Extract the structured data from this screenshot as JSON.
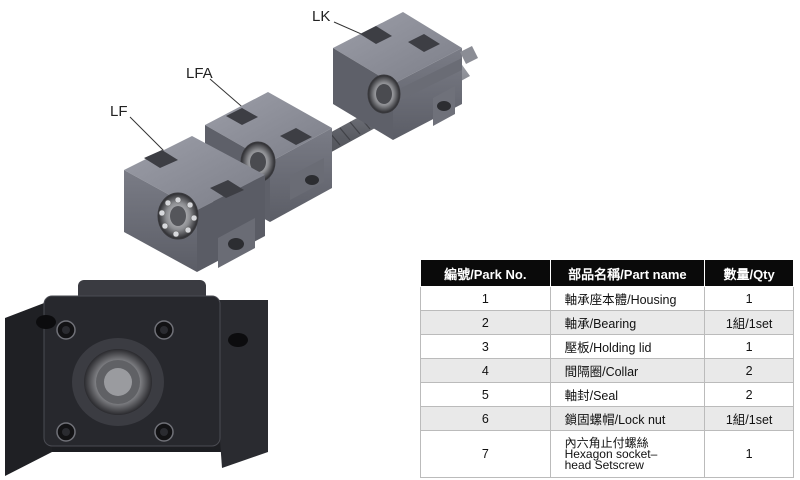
{
  "diagram": {
    "labels": {
      "lk": "LK",
      "lfa": "LFA",
      "lf": "LF"
    }
  },
  "table": {
    "headers": [
      "編號/Park No.",
      "部品名稱/Part name",
      "數量/Qty"
    ],
    "rows": [
      {
        "no": "1",
        "name": "軸承座本體/Housing",
        "qty": "1"
      },
      {
        "no": "2",
        "name": "軸承/Bearing",
        "qty": "1組/1set"
      },
      {
        "no": "3",
        "name": "壓板/Holding lid",
        "qty": "1"
      },
      {
        "no": "4",
        "name": "間隔圈/Collar",
        "qty": "2"
      },
      {
        "no": "5",
        "name": "軸封/Seal",
        "qty": "2"
      },
      {
        "no": "6",
        "name": "鎖固螺帽/Lock nut",
        "qty": "1組/1set"
      },
      {
        "no": "7",
        "name_lines": [
          "內六角止付螺絲",
          "Hexagon socket–",
          "head Setscrew"
        ],
        "qty": "1"
      }
    ]
  },
  "colors": {
    "block_face": "#6d6f78",
    "block_top": "#8a8c96",
    "block_dark": "#4b4d55",
    "dark_flange": "#2c2d31",
    "table_header_bg": "#0a0a0a",
    "table_alt_row": "#e9e9e9"
  }
}
